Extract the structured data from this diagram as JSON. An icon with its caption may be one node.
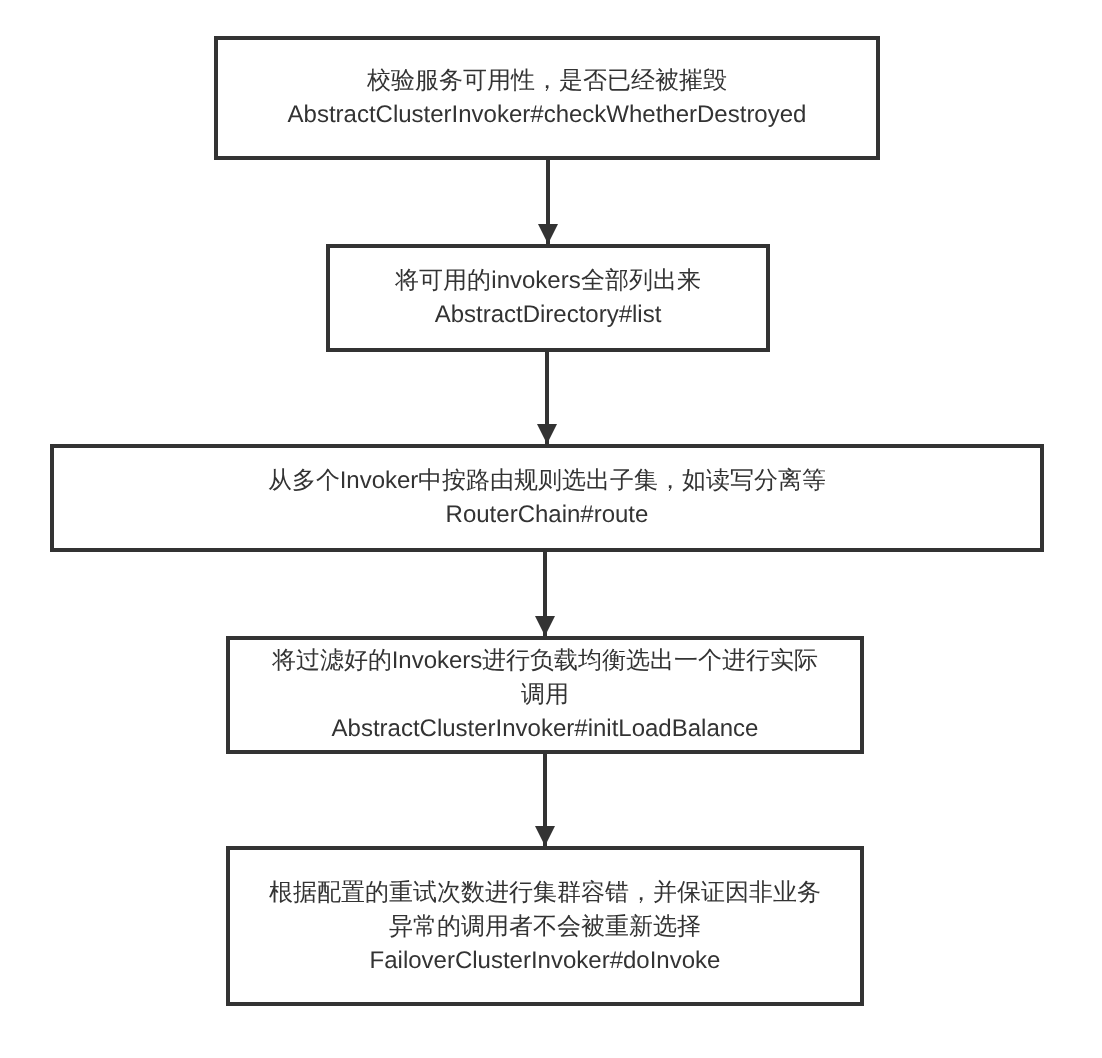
{
  "diagram": {
    "nodes": [
      {
        "text": [
          "校验服务可用性，是否已经被摧毁",
          "AbstractClusterInvoker#checkWhetherDestroyed"
        ]
      },
      {
        "text": [
          "将可用的invokers全部列出来",
          "AbstractDirectory#list"
        ]
      },
      {
        "text": [
          "从多个Invoker中按路由规则选出子集，如读写分离等",
          "RouterChain#route"
        ]
      },
      {
        "text": [
          "将过滤好的Invokers进行负载均衡选出一个进行实际调用",
          "AbstractClusterInvoker#initLoadBalance"
        ]
      },
      {
        "text": [
          "根据配置的重试次数进行集群容错，并保证因非业务异常的调用者不会被重新选择",
          "FailoverClusterInvoker#doInvoke"
        ]
      }
    ],
    "edges": [
      {
        "from": 0,
        "to": 1,
        "arrow": "to"
      },
      {
        "from": 1,
        "to": 2,
        "arrow": "to"
      },
      {
        "from": 2,
        "to": 3,
        "arrow": "to"
      },
      {
        "from": 3,
        "to": 4,
        "arrow": "to"
      }
    ]
  }
}
